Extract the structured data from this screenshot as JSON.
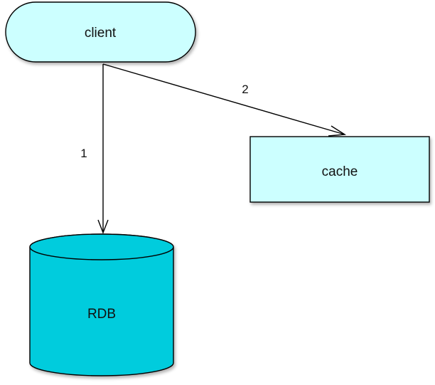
{
  "colors": {
    "node_fill": "#ccffff",
    "cylinder_fill": "#00ccdd",
    "stroke": "#000000",
    "background": "#ffffff"
  },
  "nodes": {
    "client": {
      "label": "client",
      "shape": "rounded-rectangle"
    },
    "cache": {
      "label": "cache",
      "shape": "rectangle"
    },
    "rdb": {
      "label": "RDB",
      "shape": "cylinder"
    }
  },
  "edges": [
    {
      "from": "client",
      "to": "rdb",
      "label": "1"
    },
    {
      "from": "client",
      "to": "cache",
      "label": "2"
    }
  ]
}
